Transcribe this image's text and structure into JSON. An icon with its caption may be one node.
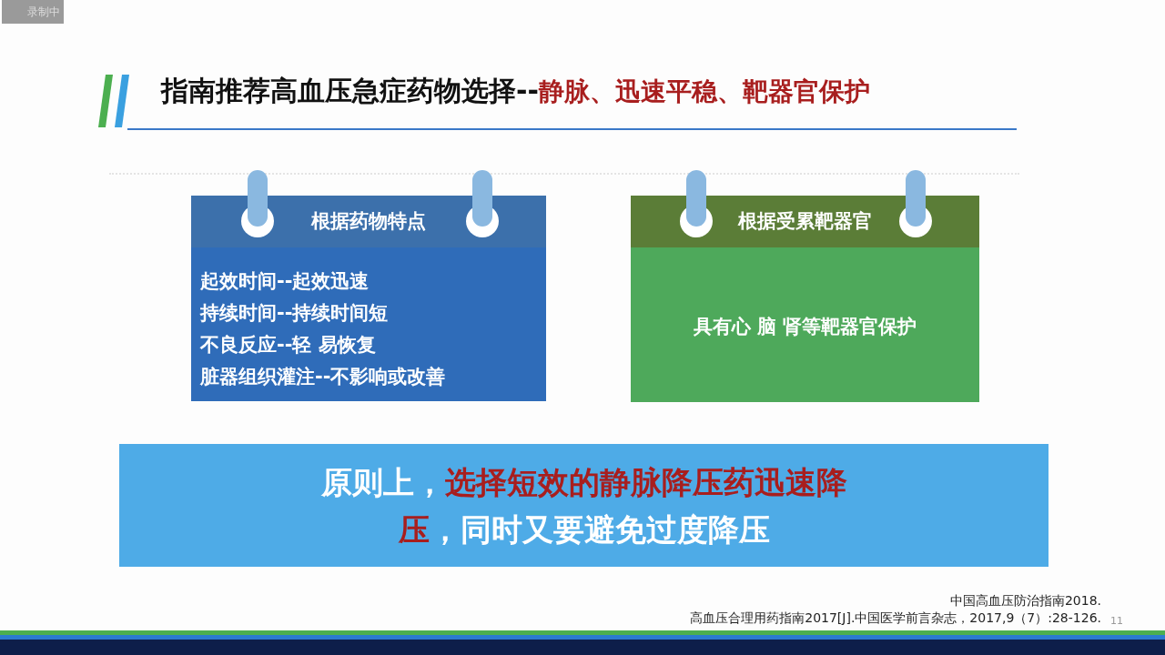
{
  "diagram": {
    "title": "指南推荐高血压急症药物选择--",
    "nodes": [
      {
        "text": [
          "根据药物特点",
          "起效时间--起效迅速",
          "持续时间--持续时间短",
          "不良反应--轻  易恢复",
          "脏器组织灌注--不影响或改善"
        ]
      },
      {
        "text": [
          "根据受累靶器官",
          "具有心 脑 肾等靶器官保护"
        ]
      },
      {
        "text": [
          "原则上，*选择短效的静脉降压药迅速降压*，同时又要避免过度降压"
        ]
      }
    ],
    "labels": [
      "录制中",
      "静脉、迅速平稳、靶器官保护",
      "中国高血压防治指南2018.",
      "高血压合理用药指南2017[J].中国医学前言杂志，2017,9（7）:28-126.",
      "11"
    ]
  }
}
